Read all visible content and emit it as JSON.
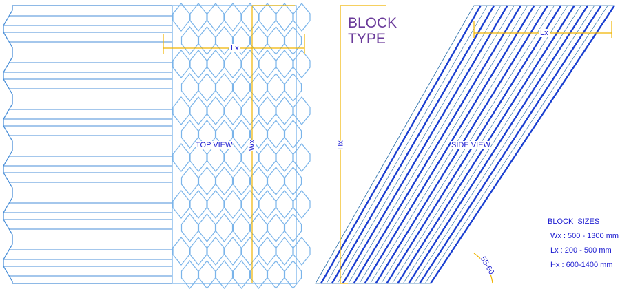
{
  "title": {
    "line1": "BLOCK",
    "line2": "TYPE"
  },
  "top_view": {
    "label": "TOP VIEW",
    "lx_label": "Lx",
    "wx_label": "Wx"
  },
  "side_view": {
    "label": "SIDE VIEW",
    "lx_label": "Lx",
    "hx_label": "Hx",
    "angle_label": "55-60"
  },
  "block_sizes": {
    "heading": "BLOCK  SIZES",
    "wx": "Wx : 500 - 1300 mm",
    "lx": "Lx : 200 - 500 mm",
    "hx": "Hx : 600-1400 mm"
  },
  "colors": {
    "media": "#4a8fd8",
    "honeycomb": "#7ab4ea",
    "dimension": "#f0b400",
    "thick": "#1a3fd0",
    "thin": "#3a7ab0"
  }
}
